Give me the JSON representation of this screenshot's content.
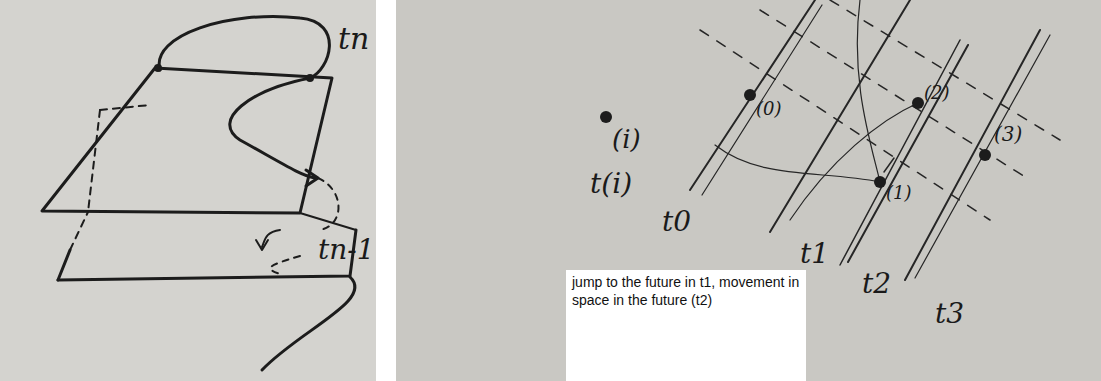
{
  "diagram": {
    "nodes": [
      {
        "text": [
          "jump to the future in t1, movement in space in the future (t2)"
        ]
      }
    ],
    "labels": [
      "tn",
      "tn-1",
      "(i)",
      "t(i)",
      "t0",
      "(0)",
      "(2)",
      "(1)",
      "(3)",
      "t1",
      "t2",
      "t3"
    ]
  }
}
